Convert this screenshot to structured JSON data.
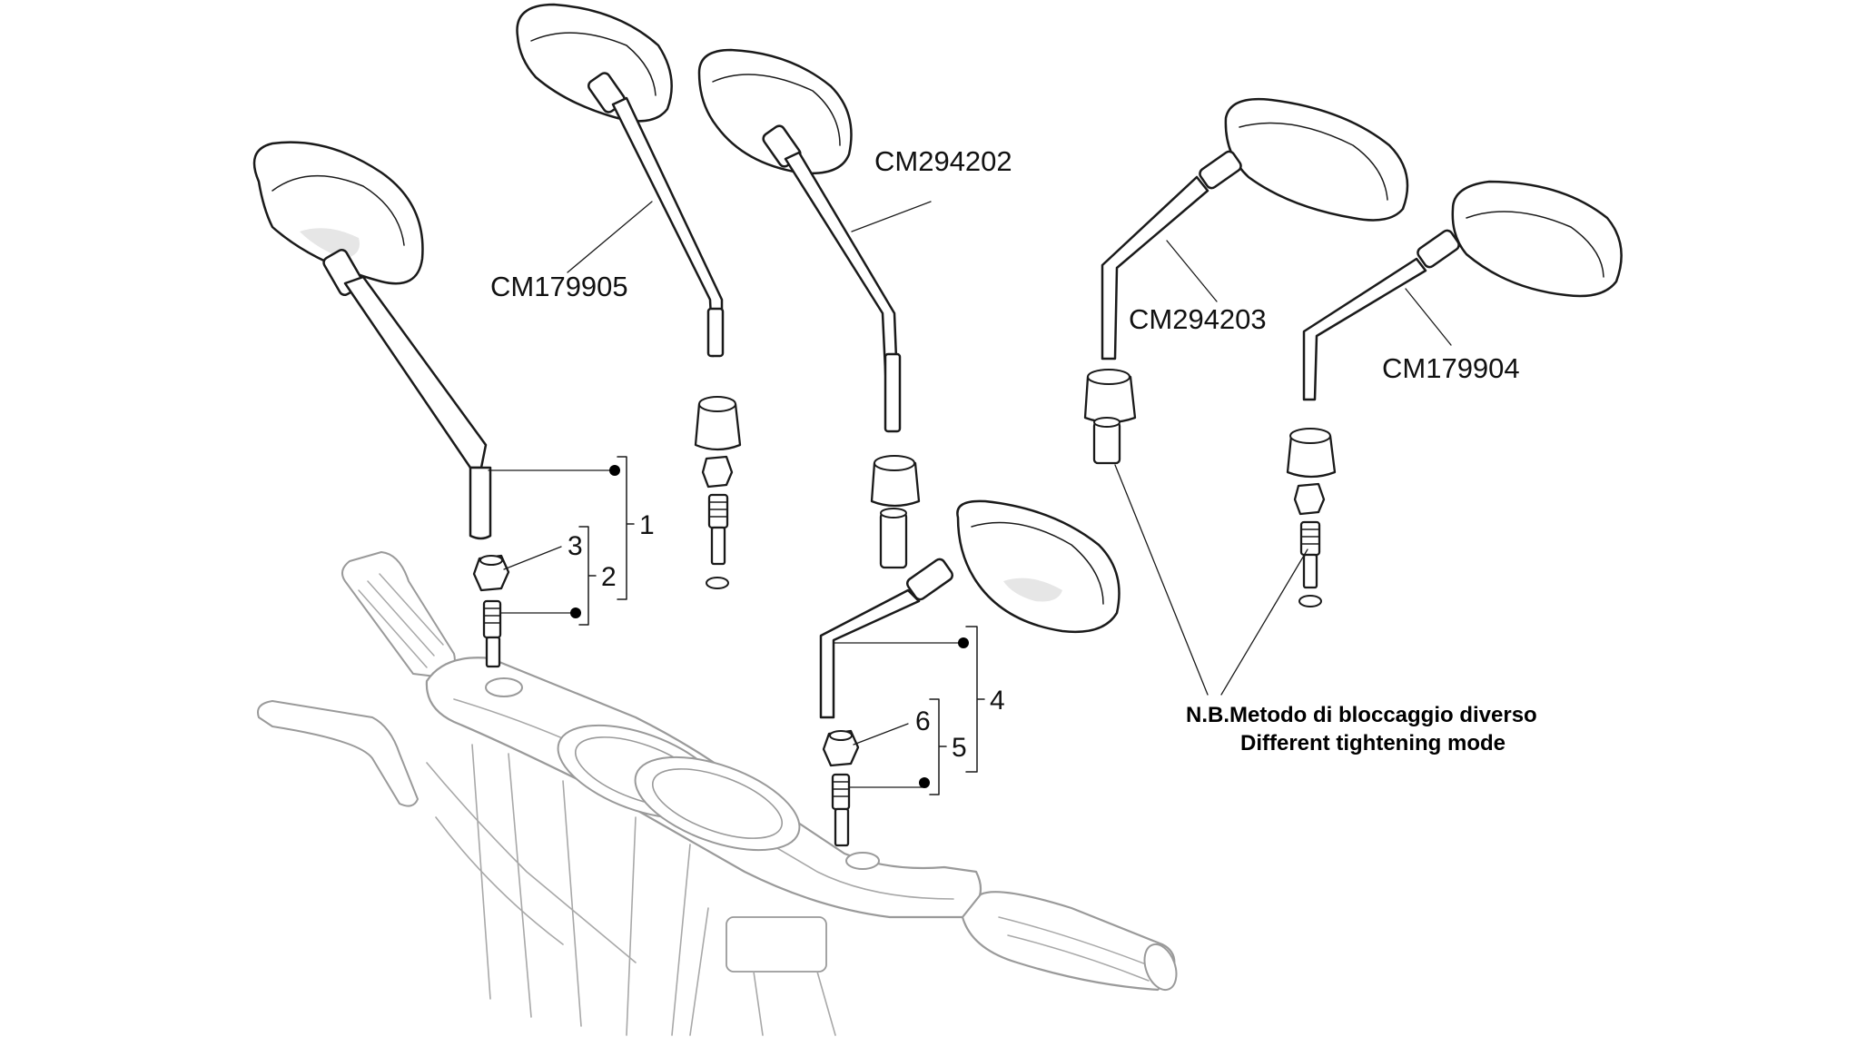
{
  "part_codes": {
    "top_left_mirror": "CM179905",
    "top_center_mirror": "CM294202",
    "right_mirror_a": "CM294203",
    "right_mirror_b": "CM179904"
  },
  "item_numbers": {
    "left_assembly": "1",
    "left_stud": "2",
    "left_nut": "3",
    "right_assembly": "4",
    "right_stud": "5",
    "right_nut": "6"
  },
  "note": {
    "line1": "N.B.Metodo di bloccaggio diverso",
    "line2": "Different tightening mode"
  }
}
